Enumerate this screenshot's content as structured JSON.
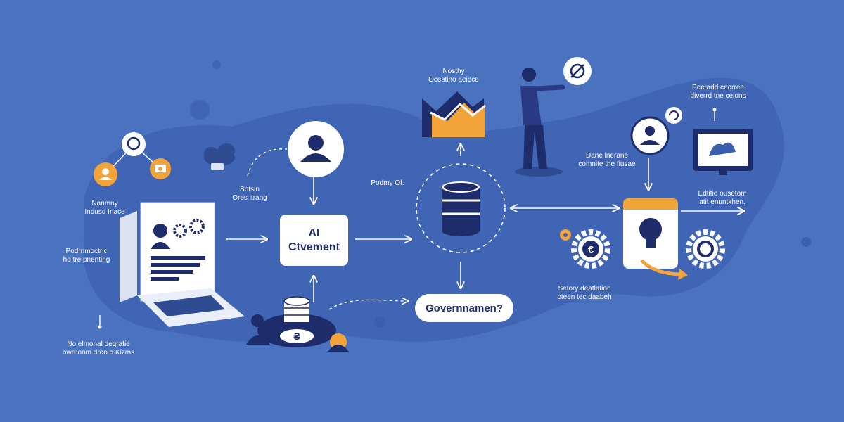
{
  "nodes": {
    "ai_center": {
      "line1": "AI",
      "line2": "Ctvement"
    },
    "governance": {
      "label": "Governnamen?"
    }
  },
  "annotations": {
    "left_top": {
      "line1": "Nanmny",
      "line2": "Indusd Inace"
    },
    "left_mid": {
      "line1": "Podrnmoctric",
      "line2": "ho tre pnenting"
    },
    "left_bottom": {
      "line1": "No elmonal degrafie",
      "line2": "owrnoom droo o Kizms"
    },
    "source": {
      "line1": "Sotsin",
      "line2": "Ores itrang"
    },
    "policy": {
      "text": "Podmy Of."
    },
    "chart": {
      "line1": "Nosthy",
      "line2": "Ocestino aeidce"
    },
    "data": {
      "line1": "Dane lnerane",
      "line2": "comnite the fiusae"
    },
    "right_top": {
      "line1": "Pecradd ceorree",
      "line2": "diverrd tne ceions"
    },
    "right_mid": {
      "line1": "Edtitie ousetom",
      "line2": "atit enuntkhen."
    },
    "bottom_right": {
      "line1": "Setory deatlation",
      "line2": "oteen tec daabeh"
    }
  },
  "icons": {
    "euro_symbol": "€",
    "coin_symbol": "₴"
  },
  "colors": {
    "background": "#4a72bf",
    "blob": "#3f64b2",
    "navy": "#1f2c6b",
    "orange": "#f2a33a",
    "white": "#ffffff"
  }
}
